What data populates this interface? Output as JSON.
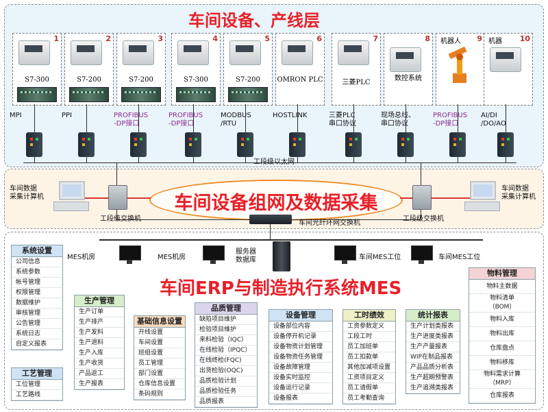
{
  "titles": {
    "top": "车间设备、产线层",
    "middle": "车间设备组网及数据采集",
    "bottom": "车间ERP与制造执行系统MES"
  },
  "devices": [
    {
      "num": "1",
      "label": "S7-300",
      "protocol": "MPI"
    },
    {
      "num": "2",
      "label": "S7-200",
      "protocol": "PPI"
    },
    {
      "num": "3",
      "label": "S7-200",
      "protocol": "PROFIBUS\n-DP接口"
    },
    {
      "num": "4",
      "label": "S7-300",
      "protocol": "PROFIBUS\n-DP接口"
    },
    {
      "num": "5",
      "label": "S7-200",
      "protocol": "MODBUS\n/RTU"
    },
    {
      "num": "6",
      "label": "OMRON PLC",
      "protocol": "HOSTLINK"
    },
    {
      "num": "7",
      "label": "三菱PLC",
      "protocol": "三菱PLC\n串口协议"
    },
    {
      "num": "8",
      "label": "数控系统",
      "protocol": "现场总线、\n串口协议"
    },
    {
      "num": "9",
      "label": "机器人",
      "protocol": "PROFIBUS\n-DP接口"
    },
    {
      "num": "10",
      "label": "机器",
      "protocol": "AI/DI\n/DO/AO"
    }
  ],
  "network": {
    "ethernet_label": "工段级以太网",
    "left_pc": "车间数据\n采集计算机",
    "right_pc": "车间数据\n采集计算机",
    "left_switch": "工段级交换机",
    "right_switch": "工段级交换机",
    "fiber_switch": "车间光纤环网交换机"
  },
  "stations": {
    "mes1": "MES机房",
    "mes2": "MES机房",
    "server": "服务器\n数据库",
    "ws1": "车间MES工位",
    "ws2": "车间MES工位"
  },
  "modules": {
    "system": {
      "title": "系统设置",
      "items": [
        "公司信息",
        "系统参数",
        "帐号管理",
        "权限管理",
        "数据维护",
        "审核管理",
        "公告管理",
        "系统日志",
        "自定义报表"
      ]
    },
    "process": {
      "title": "工艺管理",
      "items": [
        "工位管理",
        "工艺路线"
      ]
    },
    "production": {
      "title": "生产管理",
      "items": [
        "生产订单",
        "生产排产",
        "生产发料",
        "生产退料",
        "生产入库",
        "生产收货",
        "产品返工",
        "生产报表"
      ]
    },
    "basic": {
      "title": "基础信息设置",
      "items": [
        "开线设置",
        "车间设置",
        "班组设置",
        "员工管理",
        "部门设置",
        "仓库信息设置",
        "条码规则"
      ]
    },
    "quality": {
      "title": "品质管理",
      "items": [
        "缺陷项目维护",
        "检验项目维护",
        "来料检验（IQC）",
        "在线检验（IPQC）",
        "在线终检(FQC)",
        "出货检验(OQC)",
        "品质检验计划",
        "品质检验任务",
        "品质报表"
      ]
    },
    "equipment": {
      "title": "设备管理",
      "items": [
        "设备部位内容",
        "设备停开机记录",
        "设备物资计划管理",
        "设备物资任务管理",
        "设备故障管理",
        "设备实时监控",
        "设备运行记录",
        "设备报表"
      ]
    },
    "labor": {
      "title": "工时绩效",
      "items": [
        "工资参数定义",
        "工段工时",
        "员工加班单",
        "员工扣款单",
        "其他加减项设置",
        "工资项目定义",
        "员工请假单",
        "员工考勤查询"
      ]
    },
    "statistics": {
      "title": "统计报表",
      "items": [
        "生产计划类报表",
        "生产进度类报表",
        "生产产量报表",
        "WIP在制品报表",
        "产品品质分析表",
        "生产超期预警表",
        "生产追溯类报表"
      ]
    },
    "material": {
      "title": "物料管理",
      "items": [
        "物料主数据",
        "物料清单\n（BOM）",
        "物料入库",
        "物料出库",
        "仓库盘点",
        "物料移库",
        "物料需求计算\n（MRP）",
        "仓库报表"
      ]
    }
  }
}
